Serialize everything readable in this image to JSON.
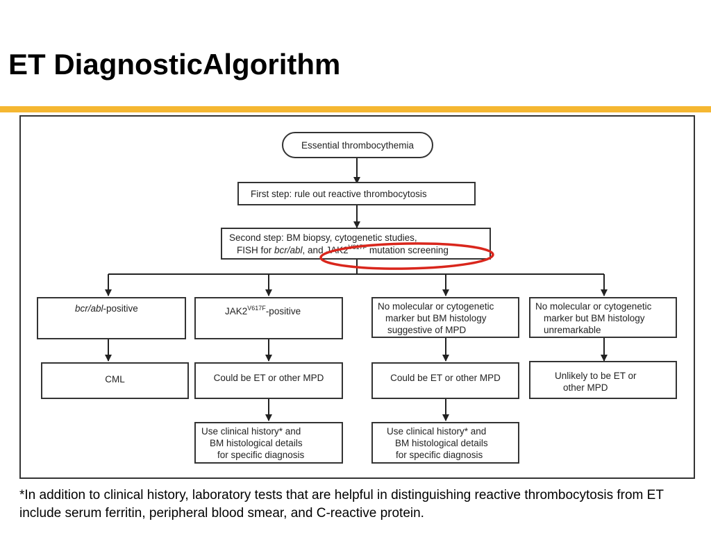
{
  "slide": {
    "title": "ET DiagnosticAlgorithm",
    "footnote": "*In addition to clinical history, laboratory tests that are helpful in distinguishing reactive thrombocytosis from ET include serum ferritin, peripheral blood smear, and C-reactive protein."
  },
  "flowchart": {
    "start": "Essential thrombocythemia",
    "step1": "First step: rule out reactive thrombocytosis",
    "step2": {
      "line1": "Second step: BM biopsy, cytogenetic studies,",
      "line2_prefix": "FISH for ",
      "line2_italic": "bcr/abl",
      "line2_mid": ", and JAK2",
      "line2_sup": "V617F",
      "line2_suffix": " mutation screening"
    },
    "branch1": {
      "italic": "bcr/abl",
      "suffix": "-positive",
      "result": "CML"
    },
    "branch2": {
      "prefix": "JAK2",
      "sup": "V617F",
      "suffix": "-positive",
      "result": "Could be ET or other MPD",
      "followup": [
        "Use clinical history* and",
        "BM histological details",
        "for specific diagnosis"
      ]
    },
    "branch3": {
      "lines": [
        "No molecular or cytogenetic",
        "marker but BM histology",
        "suggestive of MPD"
      ],
      "result": "Could be ET or other MPD",
      "followup": [
        "Use clinical history* and",
        "BM histological details",
        "for specific diagnosis"
      ]
    },
    "branch4": {
      "lines": [
        "No molecular or cytogenetic",
        "marker but BM histology",
        "unremarkable"
      ],
      "result": [
        "Unlikely to be ET or",
        "other MPD"
      ]
    }
  },
  "colors": {
    "accent_bar": "#f5b731",
    "highlight_ellipse": "#d9261c",
    "box_border": "#333333"
  }
}
